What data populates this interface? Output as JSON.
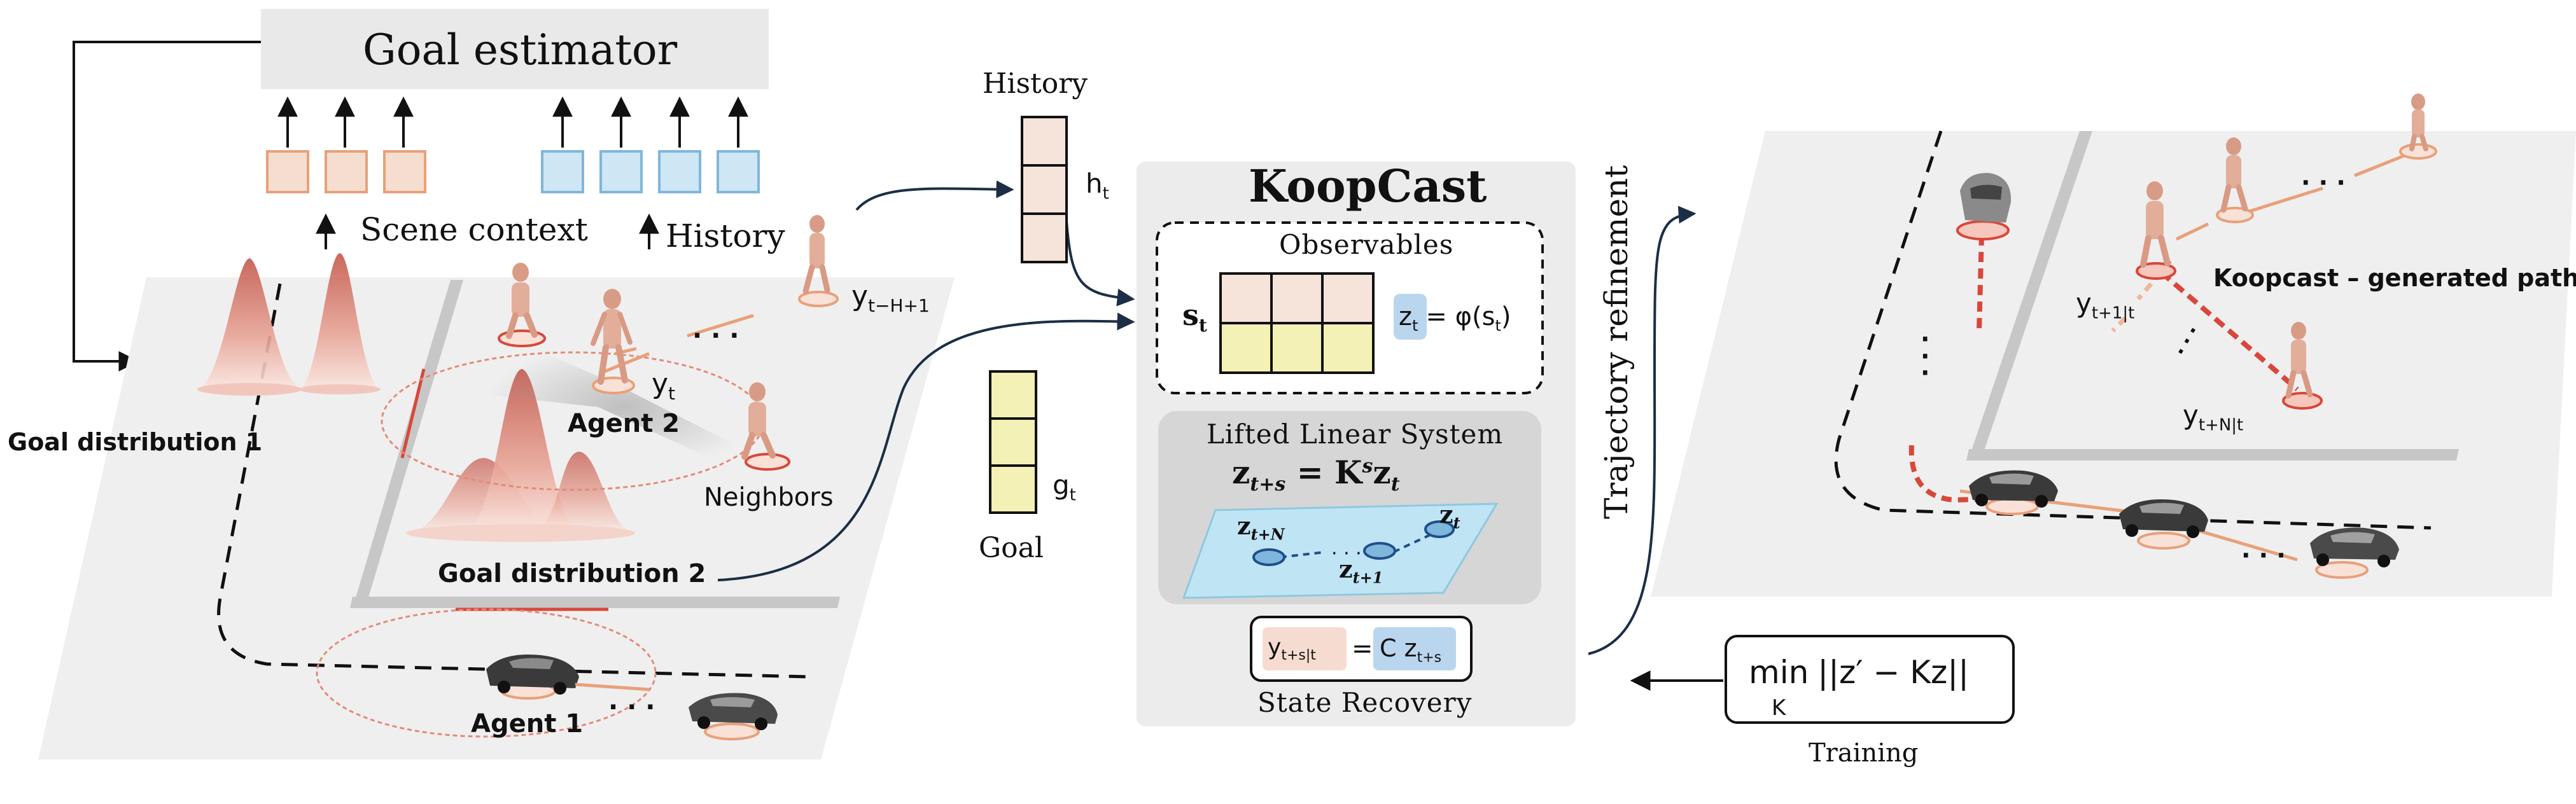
{
  "goal_estimator": {
    "title": "Goal estimator"
  },
  "left_scene": {
    "scene_context_label": "Scene context",
    "history_label": "History",
    "goal_distribution_1": "Goal  distribution 1",
    "goal_distribution_2": "Goal distribution 2",
    "agent_1": "Agent 1",
    "agent_2": "Agent 2",
    "neighbors": "Neighbors",
    "y_t": "y",
    "y_t_sub": "t",
    "y_t_h1": "y",
    "y_t_h1_sub": "t−H+1",
    "ellipsis": "· · ·"
  },
  "history_column": {
    "label": "History",
    "h_t": "h",
    "h_t_sub": "t"
  },
  "goal_column": {
    "label": "Goal",
    "g_t": "g",
    "g_t_sub": "t"
  },
  "koopcast": {
    "title": "KoopCast",
    "observables_title": "Observables",
    "s_t": "s",
    "s_t_sub": "t",
    "z_t_eq_z": "z",
    "z_t_eq_sub": "t",
    "z_t_eq_rhs": "= φ(s",
    "z_t_eq_rhs_sub": "t",
    "z_t_eq_close": ")",
    "lifted_title": "Lifted Linear System",
    "lifted_eq_lhs": "z",
    "lifted_eq_lhs_sub": "t+s",
    "lifted_eq_mid": " = K",
    "lifted_eq_sup": "s",
    "lifted_eq_rhs": "z",
    "lifted_eq_rhs_sub": "t",
    "plane_z_tN": "z",
    "plane_z_tN_sub": "t+N",
    "plane_z_t1": "z",
    "plane_z_t1_sub": "t+1",
    "plane_z_t": "z",
    "plane_z_t_sub": "t",
    "plane_dots": "· · ·",
    "recovery_y": "y",
    "recovery_y_sub": "t+s|t",
    "recovery_eq": "=",
    "recovery_C": "C z",
    "recovery_C_sub": "t+s",
    "state_recovery": "State Recovery"
  },
  "refinement": {
    "label": "Trajectory refinement"
  },
  "training": {
    "formula_min": "min",
    "formula_min_sub": "K",
    "formula_body": "||z′ − Kz||",
    "label": "Training"
  },
  "right_scene": {
    "path_label": "Koopcast – generated path",
    "y_t1": "y",
    "y_t1_sub": "t+1|t",
    "y_tN": "y",
    "y_tN_sub": "t+N|t",
    "dots": "· · ·",
    "vdots": "·"
  },
  "colors": {
    "scene_context": "#f5ded0",
    "scene_context_border": "#e8a07a",
    "history_blue": "#cfe6f5",
    "history_blue_border": "#7fb6dc",
    "history_col": "#f6e3da",
    "goal_col": "#f3f1b5",
    "koop_panel": "#ececec",
    "lifted_panel": "#d6d6d6",
    "plane": "#bfe5f5",
    "z_highlight": "#b9d6ee",
    "y_highlight": "#f6dcd0",
    "accent_red": "#d9473a"
  }
}
